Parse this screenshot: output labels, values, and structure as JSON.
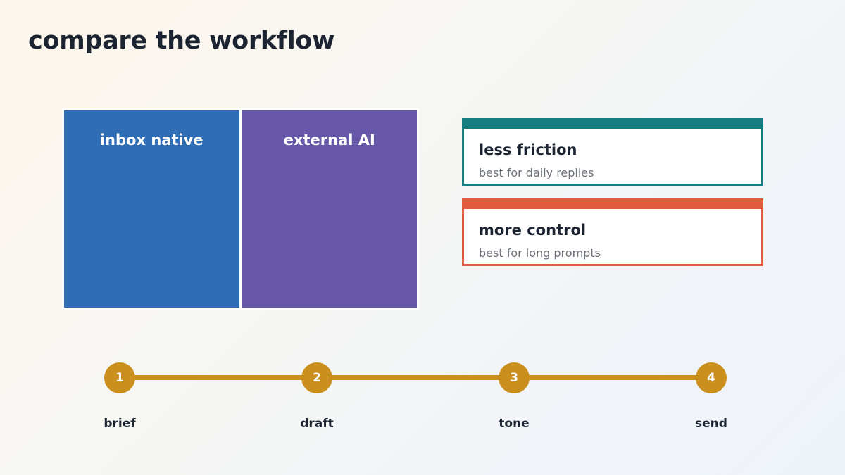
{
  "title": "compare the workflow",
  "comparison": {
    "columns": [
      {
        "label": "inbox native",
        "color": "#2f6db4"
      },
      {
        "label": "external AI",
        "color": "#6657a8"
      }
    ]
  },
  "cards": [
    {
      "title": "less friction",
      "subtitle": "best for daily replies",
      "color": "#137d80"
    },
    {
      "title": "more control",
      "subtitle": "best for long prompts",
      "color": "#e15b3d"
    }
  ],
  "timeline": {
    "color": "#cb8f1d",
    "steps": [
      {
        "number": "1",
        "label": "brief"
      },
      {
        "number": "2",
        "label": "draft"
      },
      {
        "number": "3",
        "label": "tone"
      },
      {
        "number": "4",
        "label": "send"
      }
    ]
  }
}
